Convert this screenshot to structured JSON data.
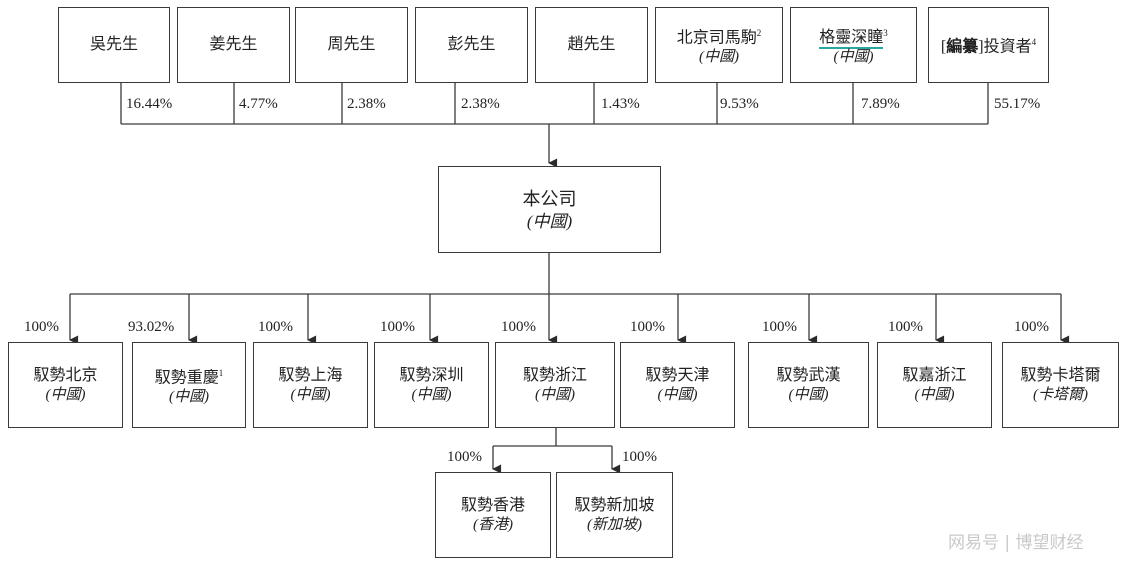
{
  "shareholders": [
    {
      "name": "吳先生",
      "sup": "",
      "sub": "",
      "pct": "16.44%"
    },
    {
      "name": "姜先生",
      "sup": "",
      "sub": "",
      "pct": "4.77%"
    },
    {
      "name": "周先生",
      "sup": "",
      "sub": "",
      "pct": "2.38%"
    },
    {
      "name": "彭先生",
      "sup": "",
      "sub": "",
      "pct": "2.38%"
    },
    {
      "name": "趙先生",
      "sup": "",
      "sub": "",
      "pct": "1.43%"
    },
    {
      "name": "北京司馬駒",
      "sup": "2",
      "sub": "(中國)",
      "pct": "9.53%"
    },
    {
      "name": "格靈深瞳",
      "sup": "3",
      "sub": "(中國)",
      "pct": "7.89%"
    },
    {
      "name_prefix": "[",
      "name_bold": "編纂",
      "name": "]投資者",
      "sup": "4",
      "sub": "",
      "pct": "55.17%"
    }
  ],
  "company": {
    "name": "本公司",
    "sub": "(中國)"
  },
  "subsidiaries": [
    {
      "name": "馭勢北京",
      "sup": "",
      "sub": "(中國)",
      "pct": "100%"
    },
    {
      "name": "馭勢重慶",
      "sup": "1",
      "sub": "(中國)",
      "pct": "93.02%"
    },
    {
      "name": "馭勢上海",
      "sup": "",
      "sub": "(中國)",
      "pct": "100%"
    },
    {
      "name": "馭勢深圳",
      "sup": "",
      "sub": "(中國)",
      "pct": "100%"
    },
    {
      "name": "馭勢浙江",
      "sup": "",
      "sub": "(中國)",
      "pct": "100%"
    },
    {
      "name": "馭勢天津",
      "sup": "",
      "sub": "(中國)",
      "pct": "100%"
    },
    {
      "name": "馭勢武漢",
      "sup": "",
      "sub": "(中國)",
      "pct": "100%"
    },
    {
      "name": "馭嘉浙江",
      "sup": "",
      "sub": "(中國)",
      "pct": "100%"
    },
    {
      "name": "馭勢卡塔爾",
      "sup": "",
      "sub": "(卡塔爾)",
      "pct": "100%"
    }
  ],
  "sub_subsidiaries": [
    {
      "name": "馭勢香港",
      "sub": "(香港)",
      "pct": "100%"
    },
    {
      "name": "馭勢新加坡",
      "sub": "(新加坡)",
      "pct": "100%"
    }
  ],
  "watermark": "网易号 | 博望财经",
  "colors": {
    "line": "#3a3a3a",
    "underline": "#2aa6a6",
    "watermark": "#c9c9c9"
  }
}
